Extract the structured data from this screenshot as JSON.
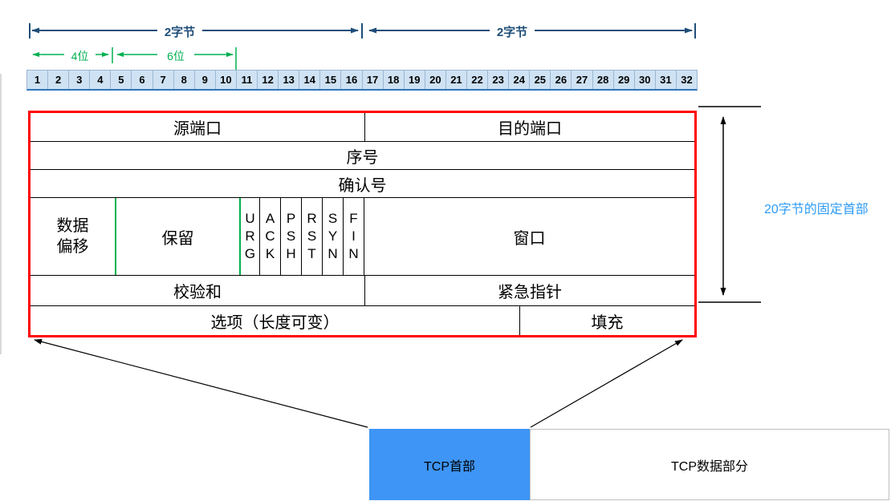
{
  "ruler": {
    "bits": [
      "1",
      "2",
      "3",
      "4",
      "5",
      "6",
      "7",
      "8",
      "9",
      "10",
      "11",
      "12",
      "13",
      "14",
      "15",
      "16",
      "17",
      "18",
      "19",
      "20",
      "21",
      "22",
      "23",
      "24",
      "25",
      "26",
      "27",
      "28",
      "29",
      "30",
      "31",
      "32"
    ],
    "left_two_bytes": "2字节",
    "right_two_bytes": "2字节",
    "four_bits": "4位",
    "six_bits": "6位"
  },
  "header_table": {
    "source_port": "源端口",
    "dest_port": "目的端口",
    "sequence": "序号",
    "acknowledgment": "确认号",
    "data_offset": [
      "数据",
      "偏移"
    ],
    "reserved": "保留",
    "flags": [
      [
        "U",
        "R",
        "G"
      ],
      [
        "A",
        "C",
        "K"
      ],
      [
        "P",
        "S",
        "H"
      ],
      [
        "R",
        "S",
        "T"
      ],
      [
        "S",
        "Y",
        "N"
      ],
      [
        "F",
        "I",
        "N"
      ]
    ],
    "window": "窗口",
    "checksum": "校验和",
    "urgent_pointer": "紧急指针",
    "options": "选项（长度可变）",
    "padding": "填充"
  },
  "annotations": {
    "fixed_header_note": "20字节的固定首部"
  },
  "segment": {
    "tcp_header": "TCP首部",
    "tcp_data": "TCP数据部分"
  },
  "colors": {
    "red_border": "#ff0000",
    "dark_blue": "#1f4e79",
    "green": "#00b050",
    "note_blue": "#2e9bf5",
    "tcp_header_fill": "#3e95f5",
    "ruler_fill": "#cfe2f3"
  }
}
